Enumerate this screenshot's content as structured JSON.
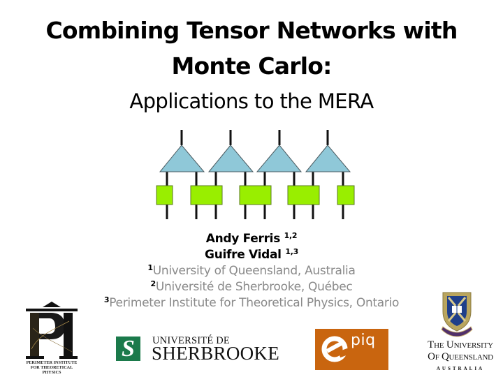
{
  "slide": {
    "title_line1": "Combining Tensor Networks with",
    "title_line2": "Monte Carlo:",
    "subtitle": "Applications to the MERA"
  },
  "diagram": {
    "type": "MERA tensor network",
    "isometry_count": 4,
    "disentangler_count": 5,
    "isometry_color": "#8fc8d8",
    "disentangler_color": "#99ee00",
    "line_color": "#111111"
  },
  "authors": [
    {
      "name": "Andy Ferris",
      "affiliations": "1,2"
    },
    {
      "name": "Guifre Vidal",
      "affiliations": "1,3"
    }
  ],
  "affiliations": [
    {
      "num": "1",
      "text": "University of Queensland, Australia"
    },
    {
      "num": "2",
      "text": "Université de Sherbrooke, Québec"
    },
    {
      "num": "3",
      "text": "Perimeter Institute for Theoretical Physics, Ontario"
    }
  ],
  "logos": {
    "perimeter": {
      "line1": "PERIMETER INSTITUTE",
      "line2": "FOR THEORETICAL PHYSICS"
    },
    "sherbrooke": {
      "mark": "S",
      "line1": "UNIVERSITÉ DE",
      "line2": "SHERBROOKE",
      "color": "#1b7a4b"
    },
    "epiq": {
      "mark": "e",
      "text": "piq",
      "color": "#c9650f"
    },
    "uq": {
      "line1": "The University",
      "line2": "Of Queensland",
      "line3": "AUSTRALIA"
    }
  }
}
